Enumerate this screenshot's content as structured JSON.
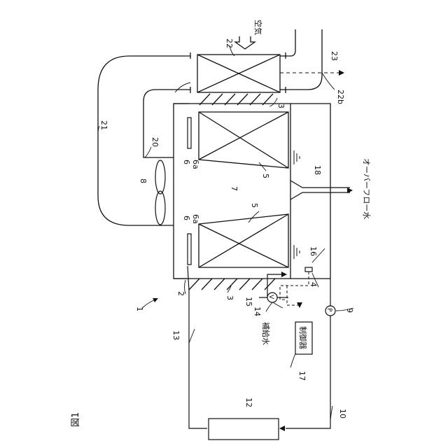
{
  "figure_label": "図1",
  "annotations": {
    "air": "空気",
    "overflow_water": "オーバーフロー水",
    "makeup_water": "補給水",
    "controller": "制御器",
    "pump_symbol": "P",
    "valve_symbol": "V"
  },
  "reference_numerals": {
    "n1": "1",
    "n2": "2",
    "n3a": "3",
    "n3b": "3",
    "n4": "4",
    "n5a": "5",
    "n5b": "5",
    "n6a": "6",
    "n6b": "6",
    "n6a_a": "6a",
    "n6a_b": "6a",
    "n7": "7",
    "n8": "8",
    "n9": "9",
    "n10": "10",
    "n12": "12",
    "n13": "13",
    "n14": "14",
    "n15": "15",
    "n16": "16",
    "n17": "17",
    "n18": "18",
    "n20": "20",
    "n21": "21",
    "n22": "22",
    "n22b": "22b",
    "n23": "23"
  }
}
